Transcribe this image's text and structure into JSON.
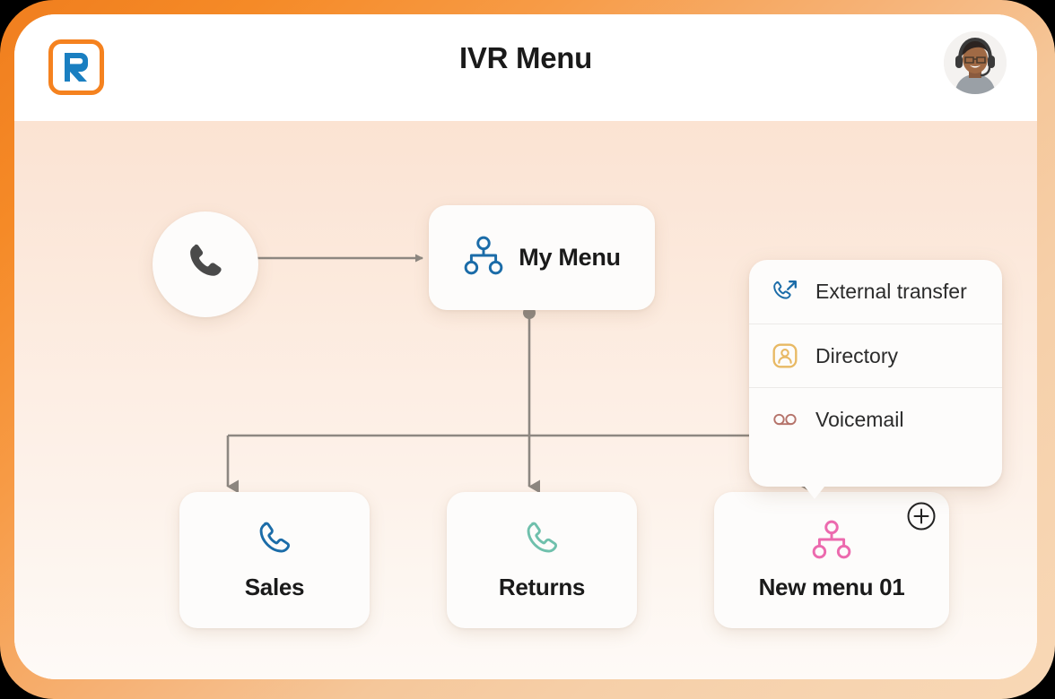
{
  "header": {
    "title": "IVR Menu",
    "logo_name": "ringcentral-logo",
    "avatar_alt": "agent-avatar"
  },
  "flow": {
    "start_node": {
      "icon": "phone-icon",
      "label": ""
    },
    "root_menu": {
      "icon": "menu-tree-icon",
      "label": "My Menu"
    },
    "children": [
      {
        "id": "sales",
        "icon": "phone-outline-icon",
        "label": "Sales",
        "color": "#1b6ca8"
      },
      {
        "id": "returns",
        "icon": "phone-outline-icon",
        "label": "Returns",
        "color": "#6fc0ac"
      },
      {
        "id": "newmenu",
        "icon": "menu-tree-icon",
        "label": "New menu 01",
        "color": "#ec6aae"
      }
    ]
  },
  "action_menu": {
    "items": [
      {
        "icon": "external-transfer-icon",
        "label": "External transfer",
        "color": "#1b6ca8"
      },
      {
        "icon": "directory-icon",
        "label": "Directory",
        "color": "#e8b964"
      },
      {
        "icon": "voicemail-icon",
        "label": "Voicemail",
        "color": "#b5736a"
      }
    ]
  },
  "add_button": {
    "label": "+",
    "name": "add-branch-button"
  },
  "colors": {
    "frame_orange": "#f5821f",
    "logo_blue": "#1a7fc1",
    "canvas_top": "#fbe3d2",
    "canvas_bottom": "#fefaf7",
    "wire": "#8d8781",
    "text": "#1a1a1a"
  }
}
